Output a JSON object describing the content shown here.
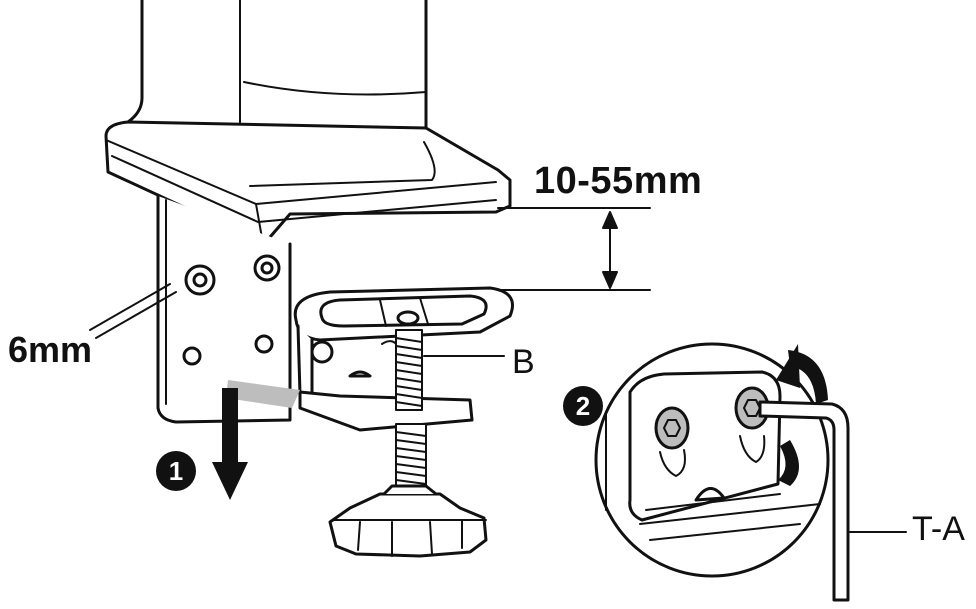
{
  "labels": {
    "clamp_range": "10-55mm",
    "hex_key_size": "6mm",
    "part_b": "B",
    "part_t_a": "T-A"
  },
  "steps": {
    "step1": "1",
    "step2": "2"
  },
  "colors": {
    "line": "#111111",
    "shade": "#bdbdbd",
    "background": "#ffffff"
  },
  "icons": [
    "down-arrow-icon",
    "rotate-arrow-icon",
    "double-arrow-icon"
  ]
}
